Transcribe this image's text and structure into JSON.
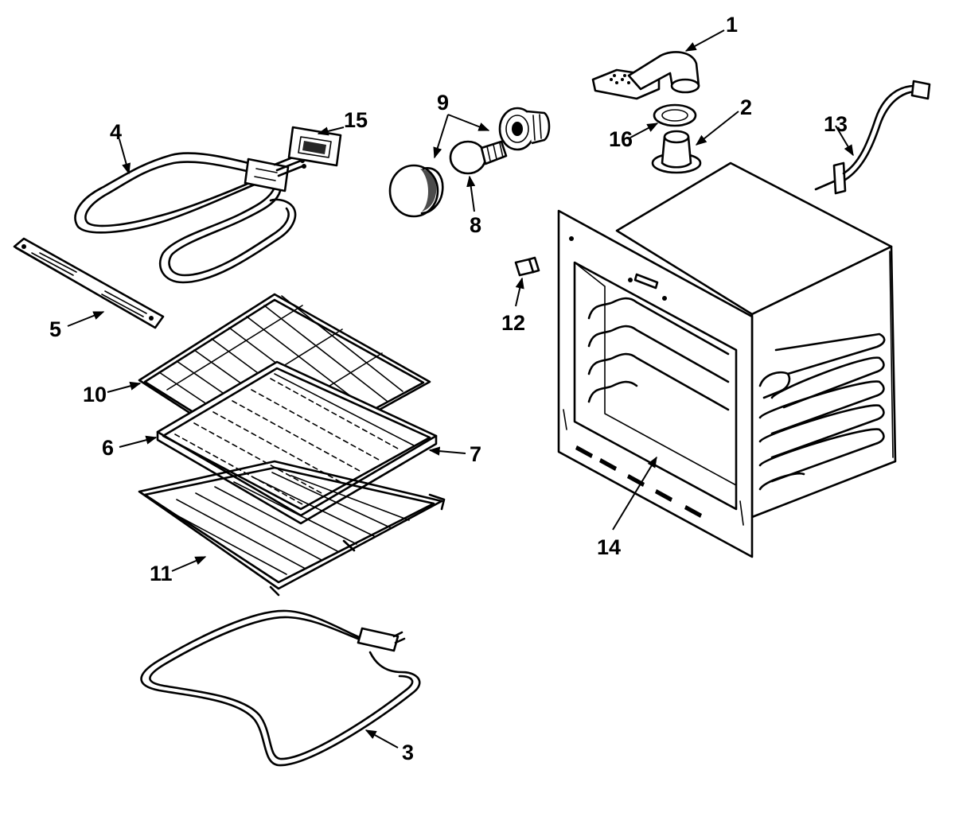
{
  "callouts": [
    {
      "label": "1"
    },
    {
      "label": "2"
    },
    {
      "label": "3"
    },
    {
      "label": "4"
    },
    {
      "label": "5"
    },
    {
      "label": "6"
    },
    {
      "label": "7"
    },
    {
      "label": "8"
    },
    {
      "label": "9"
    },
    {
      "label": "10"
    },
    {
      "label": "11"
    },
    {
      "label": "12"
    },
    {
      "label": "13"
    },
    {
      "label": "14"
    },
    {
      "label": "15"
    },
    {
      "label": "16"
    }
  ]
}
